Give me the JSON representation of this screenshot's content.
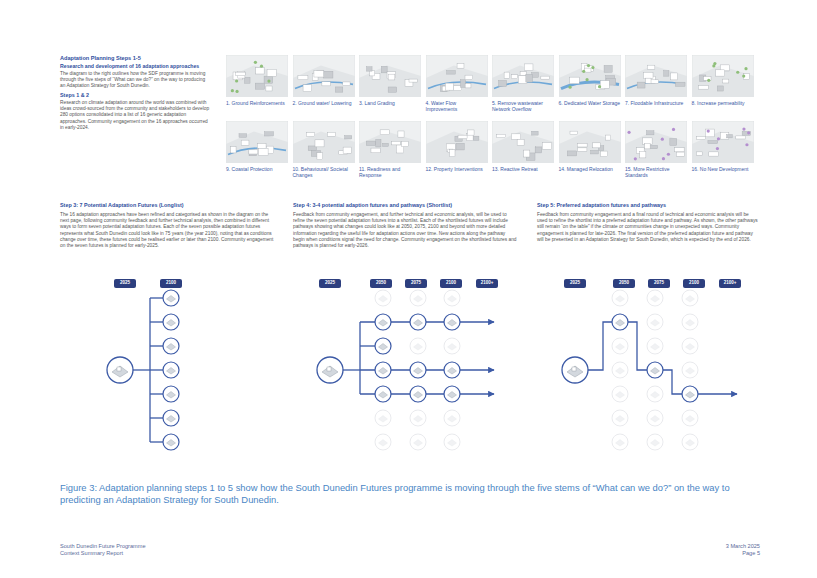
{
  "diagram": {
    "title": "Adaptation Planning Steps 1-5",
    "caption": "Figure 3: Adaptation planning steps 1 to 5 show how the South Dunedin Futures programme is moving through the five stems of “What can we do?” on the way to predicting an Adaptation Strategy for South Dunedin.",
    "nodes": [
      {
        "text": [
          "1. Ground Reinforcements"
        ]
      },
      {
        "text": [
          "2. Ground water/ Lowering"
        ]
      },
      {
        "text": [
          "3. Land Grading"
        ]
      },
      {
        "text": [
          "4. Water Flow Improvements"
        ]
      },
      {
        "text": [
          "5. Remove wastewater Network Overflow"
        ]
      },
      {
        "text": [
          "6. Dedicated Water Storage"
        ]
      },
      {
        "text": [
          "7. Floodable Infrastructure"
        ]
      },
      {
        "text": [
          "8. Increase permeability"
        ]
      },
      {
        "text": [
          "9. Coastal Protection"
        ]
      },
      {
        "text": [
          "10. Behavioural/ Societal Changes"
        ]
      },
      {
        "text": [
          "11. Readiness and Response"
        ]
      },
      {
        "text": [
          "12. Property Interventions"
        ]
      },
      {
        "text": [
          "13. Reactive Retreat"
        ]
      },
      {
        "text": [
          "14. Managed Relocation"
        ]
      },
      {
        "text": [
          "15. More Restrictive Standards"
        ]
      },
      {
        "text": [
          "16. No New Development"
        ]
      },
      {
        "text": [
          "2025"
        ]
      },
      {
        "text": [
          "2100"
        ]
      },
      {
        "text": [
          "2025"
        ]
      },
      {
        "text": [
          "2050"
        ]
      },
      {
        "text": [
          "2075"
        ]
      },
      {
        "text": [
          "2100"
        ]
      },
      {
        "text": [
          "2100+"
        ]
      },
      {
        "text": [
          "2025"
        ]
      },
      {
        "text": [
          "2050"
        ]
      },
      {
        "text": [
          "2075"
        ]
      },
      {
        "text": [
          "2100"
        ]
      },
      {
        "text": [
          "2100+"
        ]
      }
    ],
    "labels": [
      "Research and development of 16 adaptation approaches",
      "The diagram to the right outlines how the SDF programme is moving through the five steps of “What can we do?” on the way to producing an Adaptation Strategy for South Dunedin.",
      "Steps 1 & 2",
      "Research on climate adaptation around the world was combined with ideas crowd-sourced from the community and stakeholders to develop 280 options consolidated into a list of 16 generic adaptation approaches. Community engagement on the 16 approaches occurred in early-2024.",
      "Step 3: 7 Potential Adaptation Futures (Longlist)",
      "The 16 adaptation approaches have been refined and categorised as shown in the diagram on the next page, following community feedback and further technical analysis, then combined in different ways to form seven potential adaptation futures. Each of the seven possible adaptation futures represents what South Dunedin could look like in 75 years (the year 2100), noting that as conditions change over time, these futures could be realised earlier or later than 2100. Community engagement on the seven futures is planned for early-2025.",
      "Step 4: 3-4 potential adaption futures and pathways (Shortlist)",
      "Feedback from community engagement, and further technical and economic analysis, will be used to refine the seven potential adaptation futures into a shortlist. Each of the shortlisted futures will include pathways showing what changes could look like at 2050, 2075, 2100 and beyond with more detailed information regarding the useful life for adaptation actions over time. New actions along the pathway begin when conditions signal the need for change. Community engagement on the shortlisted futures and pathways is planned for early-2026.",
      "Step 5: Preferred adaptation futures and pathways",
      "Feedback from community engagement and a final round of technical and economic analysis will be used to refine the shortlist into a preferred adaptation future and pathway. As shown, the other pathways still remain “on the table” if the climate or communities change in unexpected ways. Community engagement is planned for late-2026. The final version of the preferred adaptation future and pathway will be presented in an Adaptation Strategy for South Dunedin, which is expected by the end of 2026.",
      "South Dunedin Future Programme",
      "Context Summary Report",
      "3 March 2025",
      "Page 5"
    ]
  }
}
